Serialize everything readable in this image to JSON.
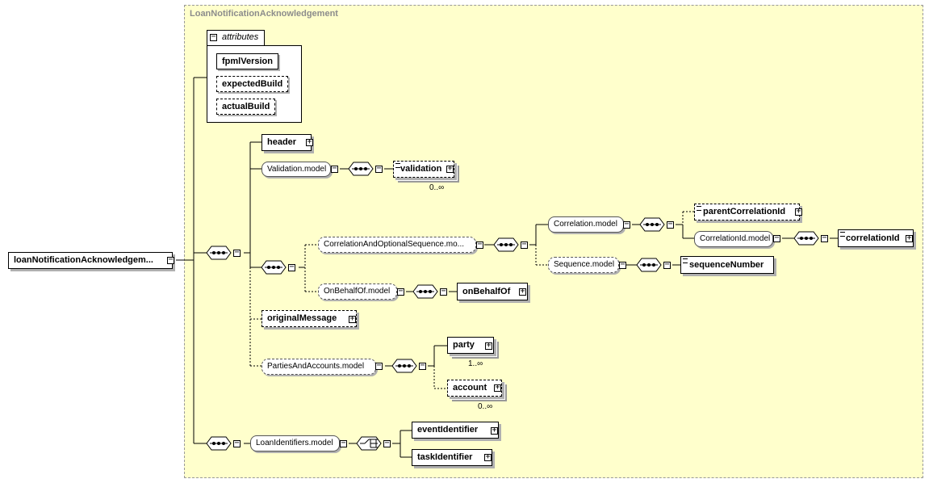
{
  "title": "LoanNotificationAcknowledgement",
  "attributes_label": "attributes",
  "attributes": [
    "fpmlVersion",
    "expectedBuild",
    "actualBuild"
  ],
  "nodes": {
    "root": "loanNotificationAcknowledgem...",
    "header": "header",
    "validation_model": "Validation.model",
    "validation": "validation",
    "validation_card": "0..∞",
    "corr_opt_seq": "CorrelationAndOptionalSequence.mo...",
    "correlation_model": "Correlation.model",
    "parent_correlation_id": "parentCorrelationId",
    "correlation_id_model": "CorrelationId.model",
    "correlation_id": "correlationId",
    "sequence_model": "Sequence.model",
    "sequence_number": "sequenceNumber",
    "on_behalf_of_model": "OnBehalfOf.model",
    "on_behalf_of": "onBehalfOf",
    "original_message": "originalMessage",
    "parties_accounts_model": "PartiesAndAccounts.model",
    "party": "party",
    "party_card": "1..∞",
    "account": "account",
    "account_card": "0..∞",
    "loan_identifiers_model": "LoanIdentifiers.model",
    "event_identifier": "eventIdentifier",
    "task_identifier": "taskIdentifier"
  }
}
